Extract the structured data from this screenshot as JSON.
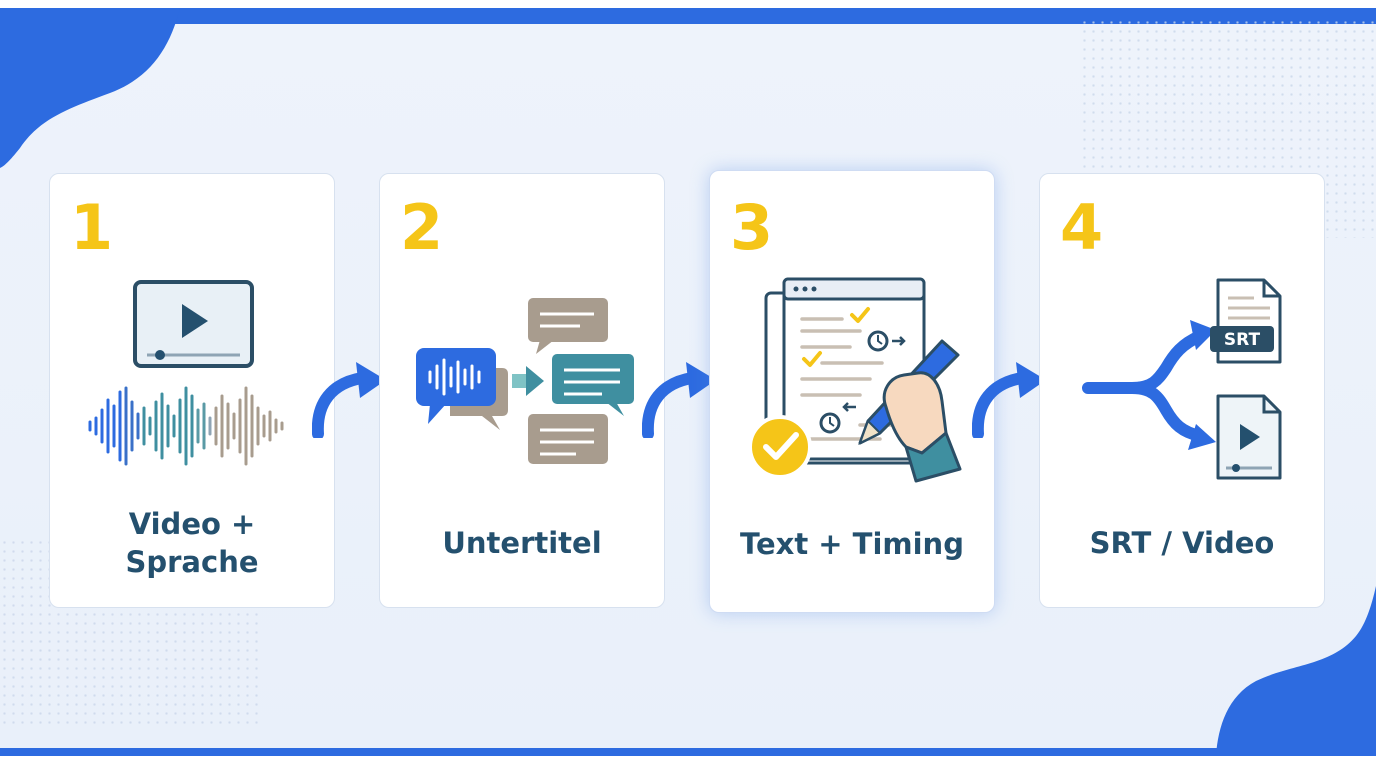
{
  "steps": [
    {
      "number": "1",
      "label_line1": "Video +",
      "label_line2": "Sprache",
      "icon": "video-waveform-icon"
    },
    {
      "number": "2",
      "label": "Untertitel",
      "icon": "speech-bubbles-icon"
    },
    {
      "number": "3",
      "label": "Text + Timing",
      "icon": "document-edit-icon",
      "highlighted": true
    },
    {
      "number": "4",
      "label": "SRT / Video",
      "icon": "srt-video-output-icon"
    }
  ],
  "srt_badge": "SRT",
  "colors": {
    "accent_blue": "#2d6be0",
    "number_yellow": "#f5c518",
    "label_dark_blue": "#24506e",
    "teal": "#3f8fa0",
    "taupe": "#a89c8e"
  }
}
